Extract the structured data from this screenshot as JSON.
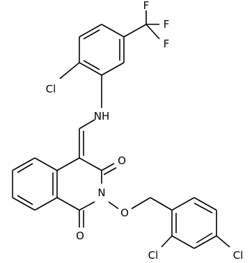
{
  "atoms": {
    "cl_top": "Cl",
    "f1": "F",
    "f2": "F",
    "f3": "F",
    "nh": "NH",
    "o_top": "O",
    "n_ring": "N",
    "o_link": "O",
    "o_bottom": "O",
    "cl_bot_left": "Cl",
    "cl_bot_right": "Cl"
  },
  "colors": {
    "bond": "#000000",
    "label": "#000000",
    "background": "#ffffff"
  }
}
